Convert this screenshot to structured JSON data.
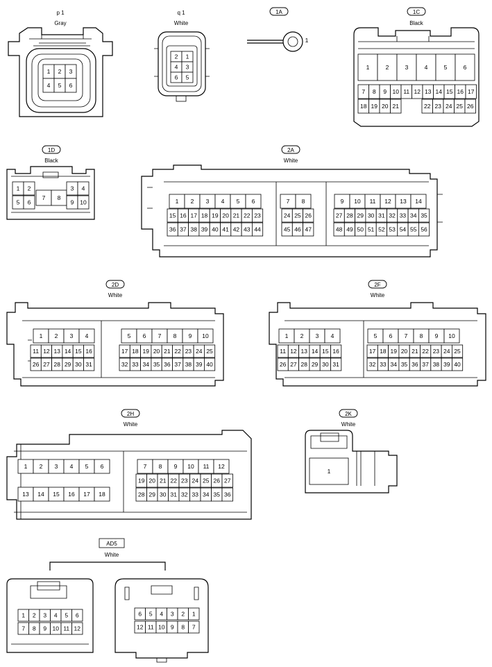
{
  "connectors": {
    "p1": {
      "code": "p 1",
      "color": "Gray",
      "pins": [
        "1",
        "2",
        "3",
        "4",
        "5",
        "6"
      ]
    },
    "q1": {
      "code": "q 1",
      "color": "White",
      "pins": [
        "2",
        "1",
        "4",
        "3",
        "6",
        "5"
      ]
    },
    "c1A": {
      "code": "1A",
      "pins": [
        "1"
      ]
    },
    "c1C": {
      "code": "1C",
      "color": "Black",
      "pins_top": [
        "1",
        "2",
        "3",
        "4",
        "5",
        "6"
      ],
      "pins_mid": [
        "7",
        "8",
        "9",
        "10",
        "11",
        "12",
        "13",
        "14",
        "15",
        "16",
        "17"
      ],
      "pins_bot_left": [
        "18",
        "19",
        "20",
        "21"
      ],
      "pins_bot_right": [
        "22",
        "23",
        "24",
        "25",
        "26"
      ]
    },
    "c1D": {
      "code": "1D",
      "color": "Black",
      "pins": [
        "1",
        "2",
        "3",
        "4",
        "5",
        "6",
        "7",
        "8",
        "9",
        "10"
      ]
    },
    "c2A": {
      "code": "2A",
      "color": "White",
      "left_r1": [
        "1",
        "2",
        "3",
        "4",
        "5",
        "6"
      ],
      "left_r2": [
        "15",
        "16",
        "17",
        "18",
        "19",
        "20",
        "21",
        "22",
        "23"
      ],
      "left_r3": [
        "36",
        "37",
        "38",
        "39",
        "40",
        "41",
        "42",
        "43",
        "44"
      ],
      "mid_r1": [
        "7",
        "8"
      ],
      "mid_r2": [
        "24",
        "25",
        "26"
      ],
      "mid_r3": [
        "45",
        "46",
        "47"
      ],
      "right_r1": [
        "9",
        "10",
        "11",
        "12",
        "13",
        "14"
      ],
      "right_r2": [
        "27",
        "28",
        "29",
        "30",
        "31",
        "32",
        "33",
        "34",
        "35"
      ],
      "right_r3": [
        "48",
        "49",
        "50",
        "51",
        "52",
        "53",
        "54",
        "55",
        "56"
      ]
    },
    "c2D": {
      "code": "2D",
      "color": "White",
      "left_r1": [
        "1",
        "2",
        "3",
        "4"
      ],
      "left_r2": [
        "11",
        "12",
        "13",
        "14",
        "15",
        "16"
      ],
      "left_r3": [
        "26",
        "27",
        "28",
        "29",
        "30",
        "31"
      ],
      "right_r1": [
        "5",
        "6",
        "7",
        "8",
        "9",
        "10"
      ],
      "right_r2": [
        "17",
        "18",
        "19",
        "20",
        "21",
        "22",
        "23",
        "24",
        "25"
      ],
      "right_r3": [
        "32",
        "33",
        "34",
        "35",
        "36",
        "37",
        "38",
        "39",
        "40"
      ]
    },
    "c2F": {
      "code": "2F",
      "color": "White",
      "left_r1": [
        "1",
        "2",
        "3",
        "4"
      ],
      "left_r2": [
        "11",
        "12",
        "13",
        "14",
        "15",
        "16"
      ],
      "left_r3": [
        "26",
        "27",
        "28",
        "29",
        "30",
        "31"
      ],
      "right_r1": [
        "5",
        "6",
        "7",
        "8",
        "9",
        "10"
      ],
      "right_r2": [
        "17",
        "18",
        "19",
        "20",
        "21",
        "22",
        "23",
        "24",
        "25"
      ],
      "right_r3": [
        "32",
        "33",
        "34",
        "35",
        "36",
        "37",
        "38",
        "39",
        "40"
      ]
    },
    "c2H": {
      "code": "2H",
      "color": "White",
      "left_r1": [
        "1",
        "2",
        "3",
        "4",
        "5",
        "6"
      ],
      "left_r2": [
        "13",
        "14",
        "15",
        "16",
        "17",
        "18"
      ],
      "right_r1": [
        "7",
        "8",
        "9",
        "10",
        "11",
        "12"
      ],
      "right_r2": [
        "19",
        "20",
        "21",
        "22",
        "23",
        "24",
        "25",
        "26",
        "27"
      ],
      "right_r3": [
        "28",
        "29",
        "30",
        "31",
        "32",
        "33",
        "34",
        "35",
        "36"
      ]
    },
    "c2K": {
      "code": "2K",
      "color": "White",
      "pins": [
        "1"
      ]
    },
    "AD5": {
      "code": "AD5",
      "color": "White",
      "left_r1": [
        "1",
        "2",
        "3",
        "4",
        "5",
        "6"
      ],
      "left_r2": [
        "7",
        "8",
        "9",
        "10",
        "11",
        "12"
      ],
      "right_r1": [
        "6",
        "5",
        "4",
        "3",
        "2",
        "1"
      ],
      "right_r2": [
        "12",
        "11",
        "10",
        "9",
        "8",
        "7"
      ]
    }
  }
}
